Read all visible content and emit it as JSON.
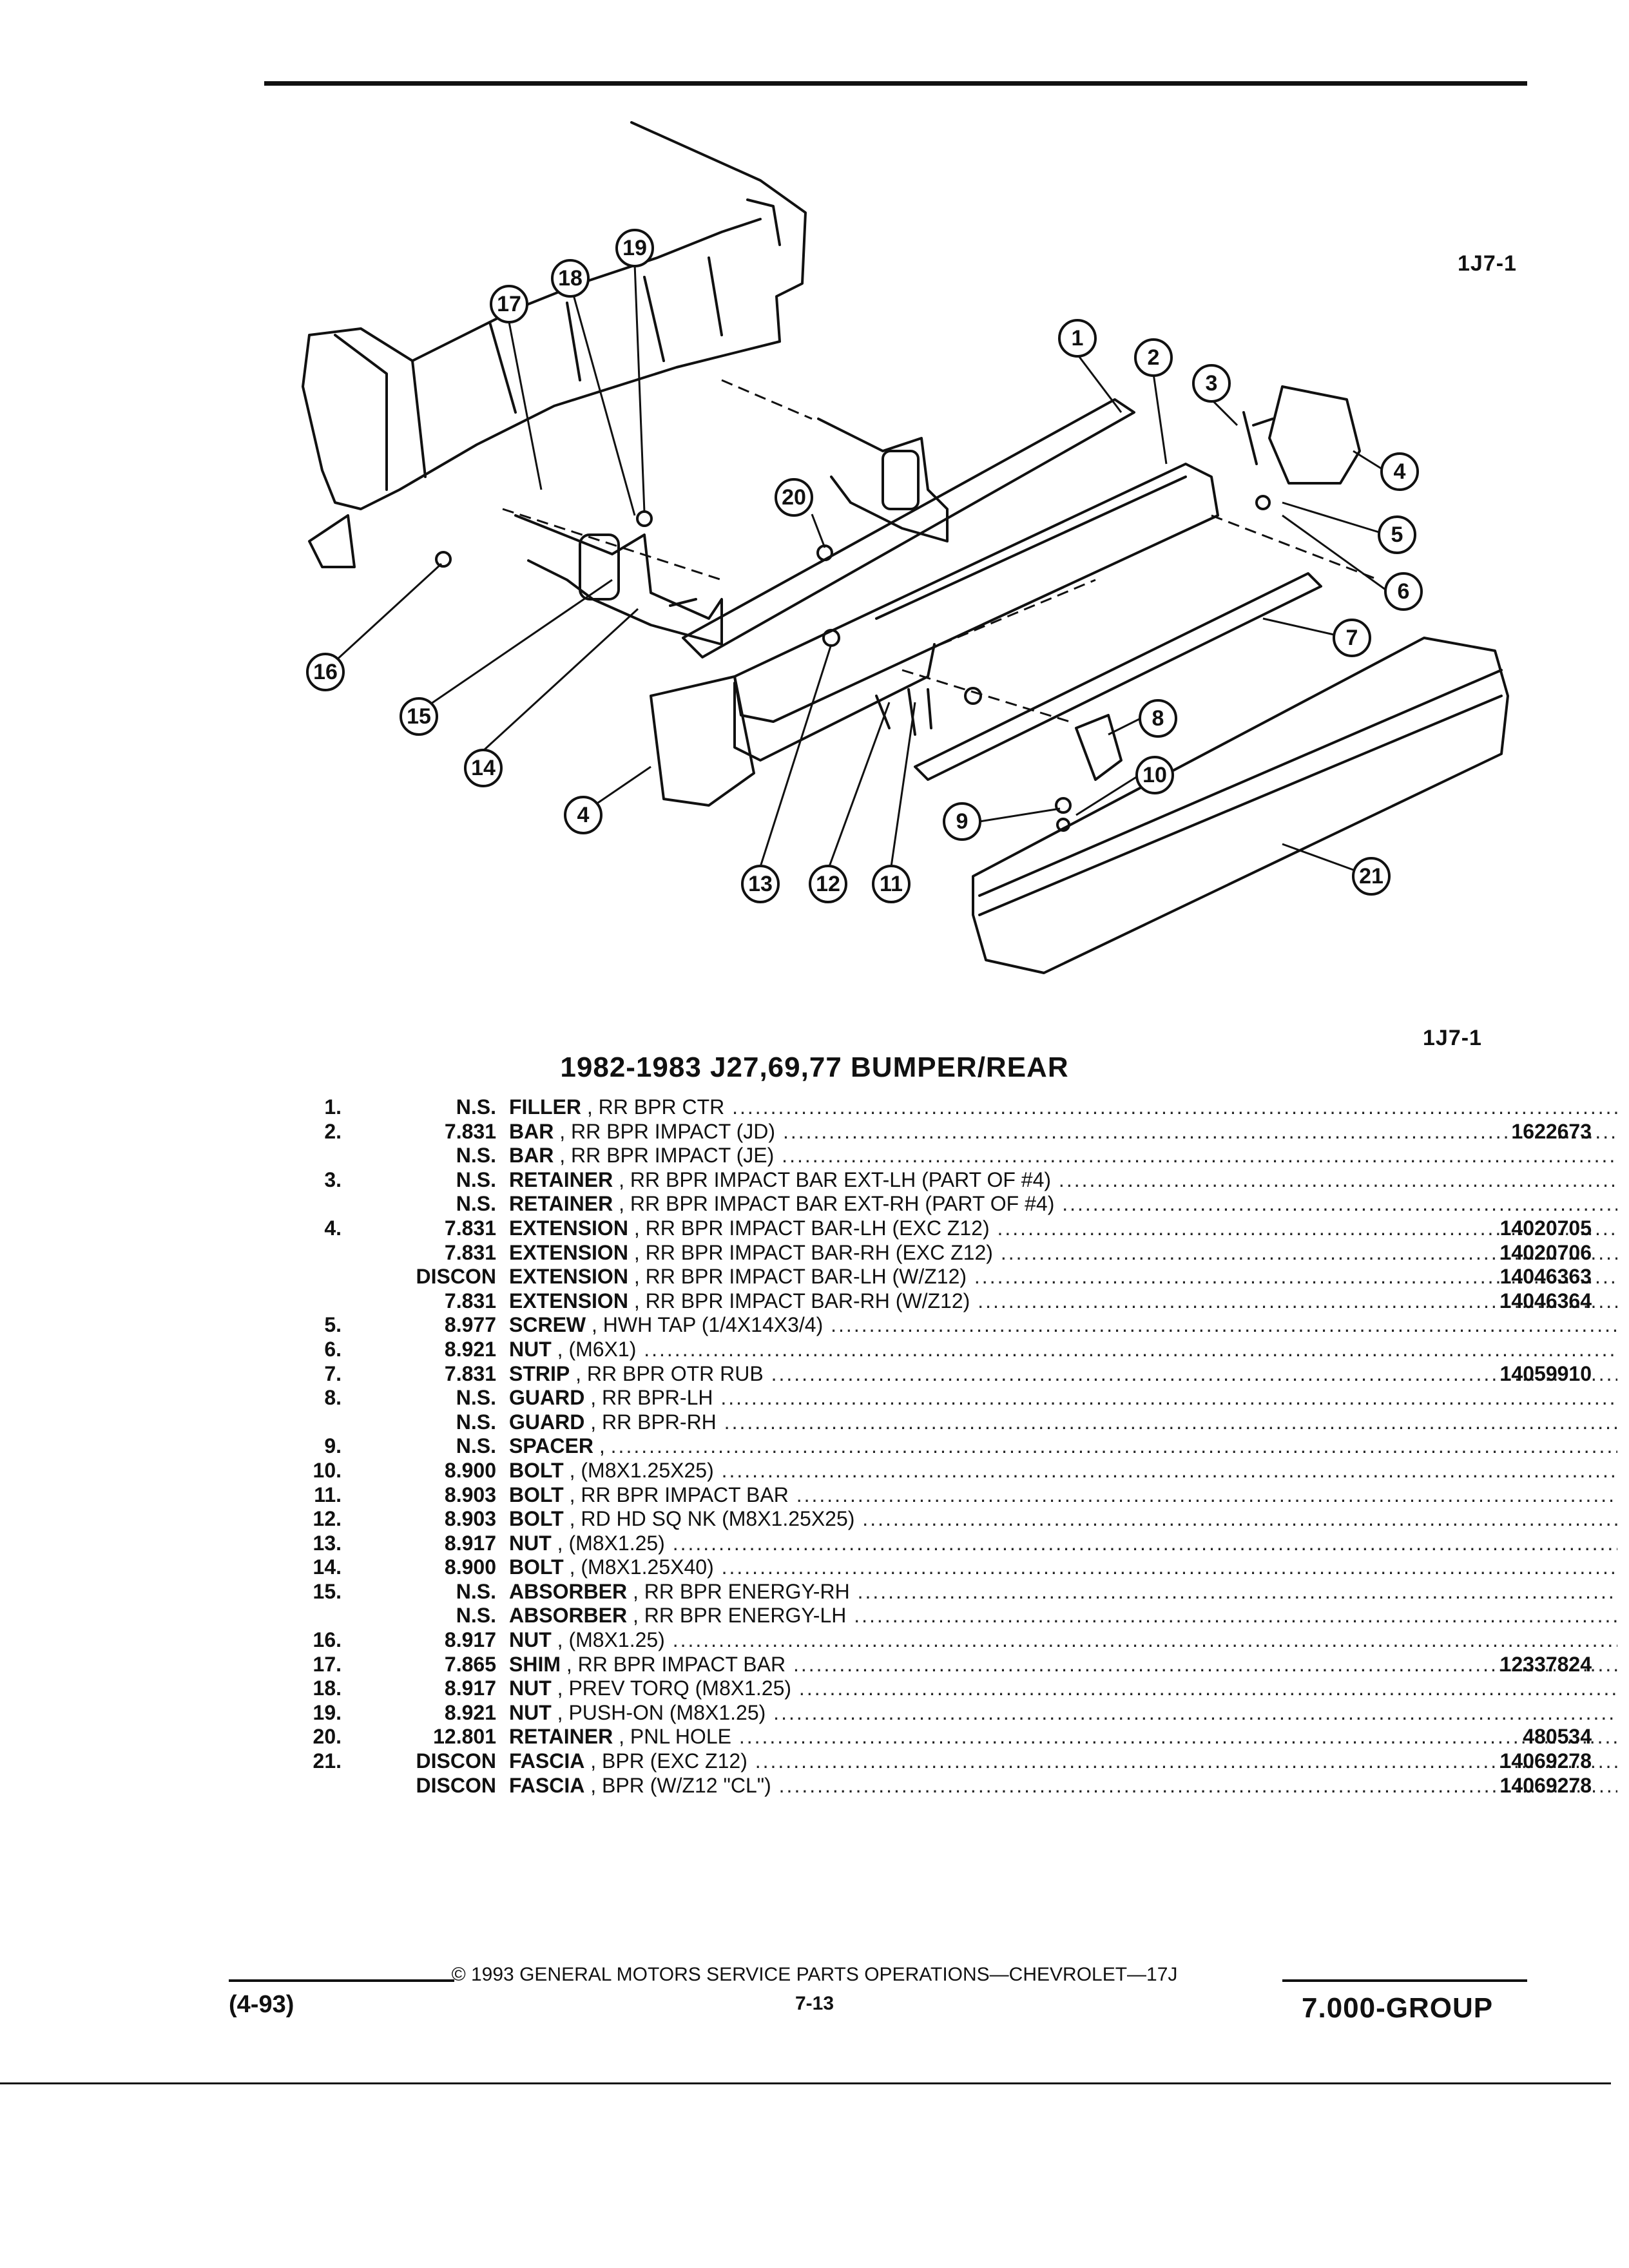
{
  "header": {
    "code_top": "1J7-1",
    "code_bottom": "1J7-1"
  },
  "title": "1982-1983 J27,69,77 BUMPER/REAR",
  "callouts": [
    "1",
    "2",
    "3",
    "4",
    "4",
    "5",
    "6",
    "7",
    "8",
    "9",
    "10",
    "11",
    "12",
    "13",
    "14",
    "15",
    "16",
    "17",
    "18",
    "19",
    "20",
    "21"
  ],
  "parts": [
    {
      "no": "1.",
      "grp": "N.S.",
      "name": "FILLER",
      "spec": "RR BPR CTR",
      "pn": ""
    },
    {
      "no": "2.",
      "grp": "7.831",
      "name": "BAR",
      "spec": "RR BPR IMPACT (JD)",
      "pn": "1622673"
    },
    {
      "no": "",
      "grp": "N.S.",
      "name": "BAR",
      "spec": "RR BPR IMPACT (JE)",
      "pn": ""
    },
    {
      "no": "3.",
      "grp": "N.S.",
      "name": "RETAINER",
      "spec": "RR BPR IMPACT BAR EXT-LH (PART OF #4)",
      "pn": ""
    },
    {
      "no": "",
      "grp": "N.S.",
      "name": "RETAINER",
      "spec": "RR BPR IMPACT BAR EXT-RH (PART OF #4)",
      "pn": ""
    },
    {
      "no": "4.",
      "grp": "7.831",
      "name": "EXTENSION",
      "spec": "RR BPR IMPACT BAR-LH (EXC Z12)",
      "pn": "14020705"
    },
    {
      "no": "",
      "grp": "7.831",
      "name": "EXTENSION",
      "spec": "RR BPR IMPACT BAR-RH (EXC Z12)",
      "pn": "14020706"
    },
    {
      "no": "",
      "grp": "DISCON",
      "name": "EXTENSION",
      "spec": "RR BPR IMPACT BAR-LH (W/Z12)",
      "pn": "14046363"
    },
    {
      "no": "",
      "grp": "7.831",
      "name": "EXTENSION",
      "spec": "RR BPR IMPACT BAR-RH (W/Z12)",
      "pn": "14046364"
    },
    {
      "no": "5.",
      "grp": "8.977",
      "name": "SCREW",
      "spec": "HWH TAP (1/4X14X3/4)",
      "pn": ""
    },
    {
      "no": "6.",
      "grp": "8.921",
      "name": "NUT",
      "spec": "(M6X1)",
      "pn": ""
    },
    {
      "no": "7.",
      "grp": "7.831",
      "name": "STRIP",
      "spec": "RR BPR OTR RUB",
      "pn": "14059910"
    },
    {
      "no": "8.",
      "grp": "N.S.",
      "name": "GUARD",
      "spec": "RR BPR-LH",
      "pn": ""
    },
    {
      "no": "",
      "grp": "N.S.",
      "name": "GUARD",
      "spec": "RR BPR-RH",
      "pn": ""
    },
    {
      "no": "9.",
      "grp": "N.S.",
      "name": "SPACER",
      "spec": "",
      "pn": ""
    },
    {
      "no": "10.",
      "grp": "8.900",
      "name": "BOLT",
      "spec": "(M8X1.25X25)",
      "pn": ""
    },
    {
      "no": "11.",
      "grp": "8.903",
      "name": "BOLT",
      "spec": "RR BPR IMPACT BAR",
      "pn": ""
    },
    {
      "no": "12.",
      "grp": "8.903",
      "name": "BOLT",
      "spec": "RD HD SQ NK (M8X1.25X25)",
      "pn": ""
    },
    {
      "no": "13.",
      "grp": "8.917",
      "name": "NUT",
      "spec": "(M8X1.25)",
      "pn": ""
    },
    {
      "no": "14.",
      "grp": "8.900",
      "name": "BOLT",
      "spec": "(M8X1.25X40)",
      "pn": ""
    },
    {
      "no": "15.",
      "grp": "N.S.",
      "name": "ABSORBER",
      "spec": "RR BPR ENERGY-RH",
      "pn": ""
    },
    {
      "no": "",
      "grp": "N.S.",
      "name": "ABSORBER",
      "spec": "RR BPR ENERGY-LH",
      "pn": ""
    },
    {
      "no": "16.",
      "grp": "8.917",
      "name": "NUT",
      "spec": "(M8X1.25)",
      "pn": ""
    },
    {
      "no": "17.",
      "grp": "7.865",
      "name": "SHIM",
      "spec": "RR BPR IMPACT BAR",
      "pn": "12337824"
    },
    {
      "no": "18.",
      "grp": "8.917",
      "name": "NUT",
      "spec": "PREV TORQ (M8X1.25)",
      "pn": ""
    },
    {
      "no": "19.",
      "grp": "8.921",
      "name": "NUT",
      "spec": "PUSH-ON (M8X1.25)",
      "pn": ""
    },
    {
      "no": "20.",
      "grp": "12.801",
      "name": "RETAINER",
      "spec": "PNL HOLE",
      "pn": "480534"
    },
    {
      "no": "21.",
      "grp": "DISCON",
      "name": "FASCIA",
      "spec": "BPR (EXC Z12)",
      "pn": "14069278"
    },
    {
      "no": "",
      "grp": "DISCON",
      "name": "FASCIA",
      "spec": "BPR (W/Z12 \"CL\")",
      "pn": "14069278"
    }
  ],
  "footer": {
    "copyright": "© 1993 GENERAL MOTORS SERVICE PARTS OPERATIONS—CHEVROLET—17J",
    "page": "7-13",
    "date": "(4-93)",
    "group": "7.000-GROUP"
  }
}
